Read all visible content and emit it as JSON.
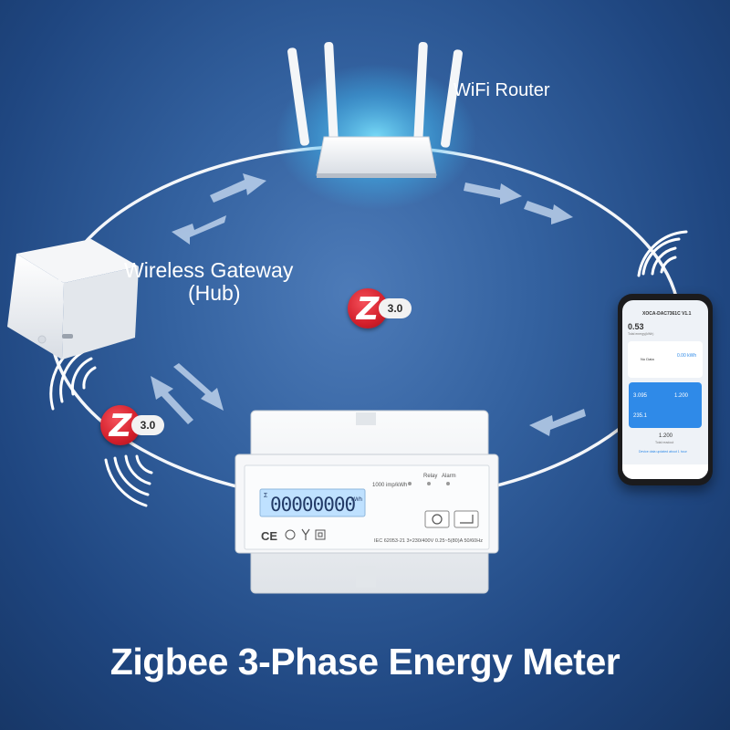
{
  "router": {
    "label": "WiFi Router",
    "brand": "—"
  },
  "gateway": {
    "label_line1": "Wireless Gateway",
    "label_line2": "(Hub)"
  },
  "zigbee_badges": [
    {
      "letter": "Z",
      "version": "3.0"
    },
    {
      "letter": "Z",
      "version": "3.0"
    }
  ],
  "meter": {
    "impulse": "1000 imp/kWh",
    "relay": "Relay",
    "alarm": "Alarm",
    "lcd_sigma": "Σ",
    "lcd_digits": "00000000",
    "lcd_unit": "kWh",
    "spec": "IEC 62053-21   3×230/400V   0.25~5(80)A   50/60Hz",
    "ce_mark": "CE"
  },
  "phone_app": {
    "title": "XOCA-DAC7361C V1.1",
    "energy_value": "0.53",
    "energy_caption": "Total energy(kWh)",
    "no_data": "No Data",
    "power_value": "0.00 kWh",
    "card_values": [
      "3.095",
      "1.200"
    ],
    "card_value_3": "235.1",
    "bottom_value": "1.200",
    "bottom_caption": "Total readout",
    "footer_note": "Device data updated about 1 hour"
  },
  "title": "Zigbee 3-Phase Energy Meter",
  "colors": {
    "zigbee_red": "#d31f2b",
    "bg_dark": "#1f4680",
    "lcd_blue": "#bfe1ff"
  }
}
